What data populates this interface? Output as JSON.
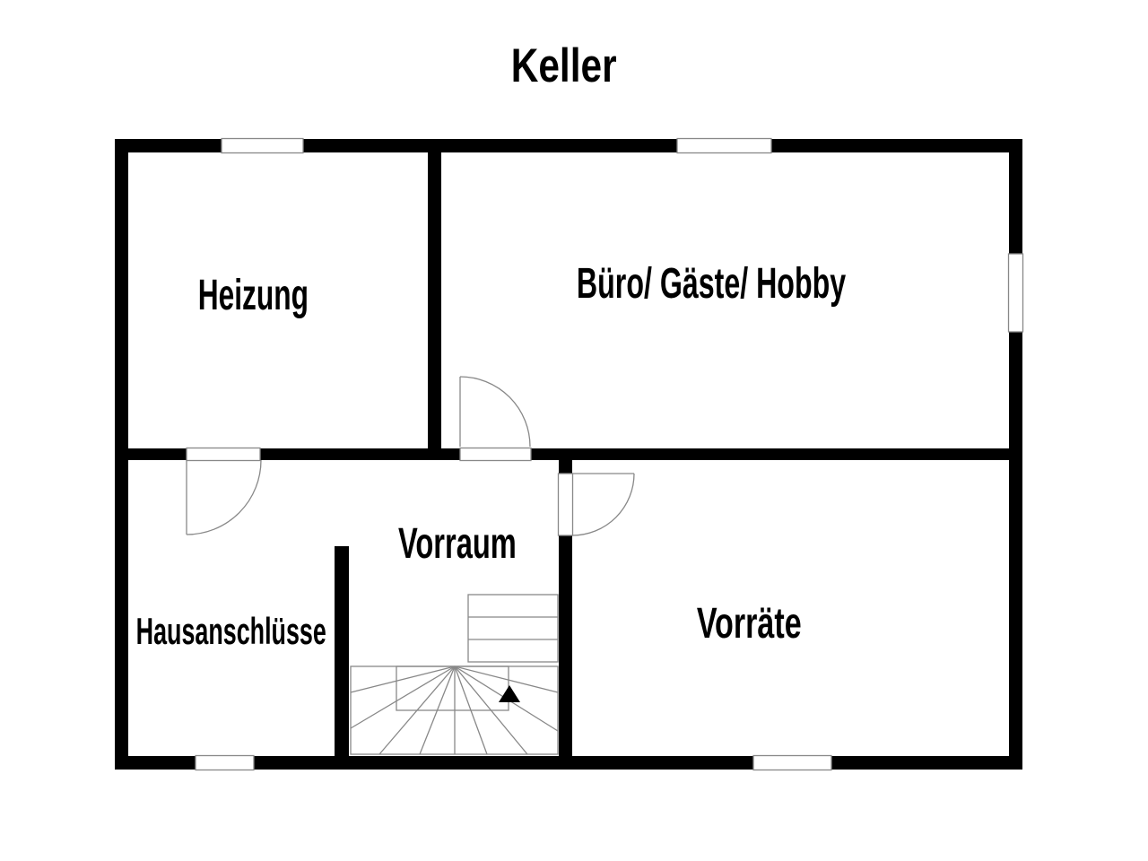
{
  "title": "Keller",
  "rooms": [
    {
      "name": "heizung",
      "label": "Heizung"
    },
    {
      "name": "buero-gaeste-hobby",
      "label": "Büro/ Gäste/ Hobby"
    },
    {
      "name": "vorraum",
      "label": "Vorraum"
    },
    {
      "name": "hausanschluesse",
      "label": "Hausanschlüsse"
    },
    {
      "name": "vorraete",
      "label": "Vorräte"
    }
  ],
  "plan": {
    "type": "floor-plan",
    "floor": "basement",
    "window_count": 5,
    "door_count": 3,
    "stairs": "straight flight with winder treads",
    "stair_direction_arrow": "up"
  },
  "colors": {
    "background": "#ffffff",
    "wall": "#000000",
    "thin_line": "#888888",
    "text": "#000000"
  }
}
